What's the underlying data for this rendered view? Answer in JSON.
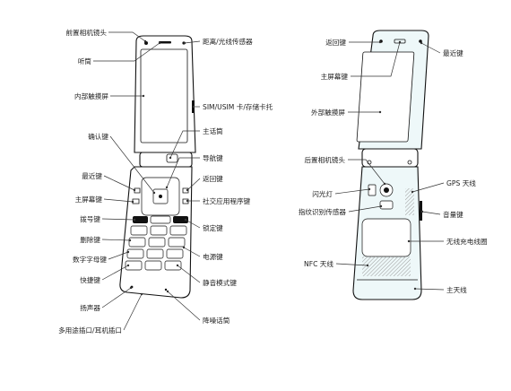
{
  "left_labels": {
    "front_camera": "前置相机镜头",
    "earpiece": "听筒",
    "inner_touchscreen": "内部触摸屏",
    "confirm_key": "确认键",
    "recent_key": "最近键",
    "home_key": "主屏幕键",
    "call_key": "拨号键",
    "delete_key": "删除键",
    "alnum_keys": "数字字母键",
    "shortcut_key": "快捷键",
    "speaker": "扬声器",
    "multipurpose_jack": "多用途插口/耳机插口"
  },
  "middle_labels": {
    "proximity_sensor": "距离/光线传感器",
    "sim_tray": "SIM/USIM 卡/存储卡托",
    "main_mic": "主话筒",
    "nav_key": "导航键",
    "back_key": "返回键",
    "social_key": "社交应用程序键",
    "lock_key": "锁定键",
    "power_key": "电源键",
    "silent_key": "静音模式键",
    "noise_mic": "降噪话筒"
  },
  "right_labels": {
    "back_key": "返回键",
    "recent_key": "最近键",
    "home_key": "主屏幕键",
    "outer_touchscreen": "外部触摸屏",
    "rear_camera": "后置相机镜头",
    "flash": "闪光灯",
    "gps_antenna": "GPS 天线",
    "fingerprint_sensor": "指纹识别传感器",
    "volume_key": "音量键",
    "wireless_coil": "无线充电线圈",
    "nfc_antenna": "NFC 天线",
    "main_antenna": "主天线"
  }
}
